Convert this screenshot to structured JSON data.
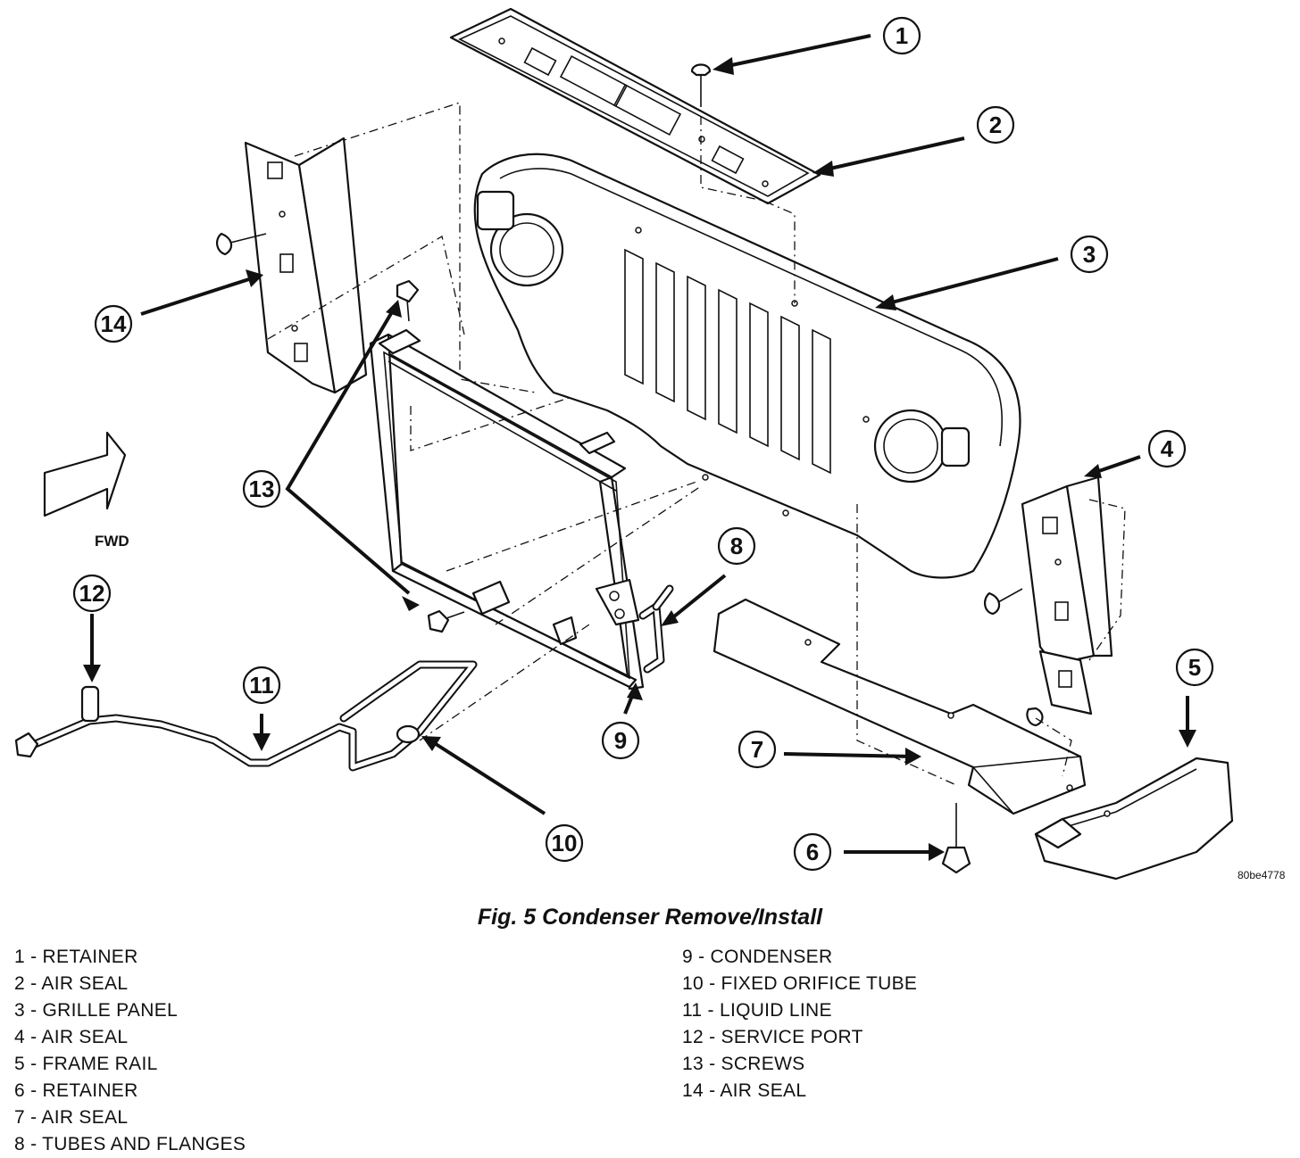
{
  "figure": {
    "caption": "Fig. 5 Condenser Remove/Install",
    "image_code": "80be4778",
    "fwd_label": "FWD"
  },
  "callouts": [
    "1",
    "2",
    "3",
    "4",
    "5",
    "6",
    "7",
    "8",
    "9",
    "10",
    "11",
    "12",
    "13",
    "14"
  ],
  "legend": {
    "left": [
      "1 - RETAINER",
      "2 - AIR SEAL",
      "3 - GRILLE PANEL",
      "4 - AIR SEAL",
      "5 - FRAME RAIL",
      "6 - RETAINER",
      "7 - AIR SEAL",
      "8 - TUBES AND FLANGES"
    ],
    "right": [
      "9 - CONDENSER",
      "10 - FIXED ORIFICE TUBE",
      "11 - LIQUID LINE",
      "12 - SERVICE PORT",
      "13 - SCREWS",
      "14 - AIR SEAL"
    ]
  }
}
